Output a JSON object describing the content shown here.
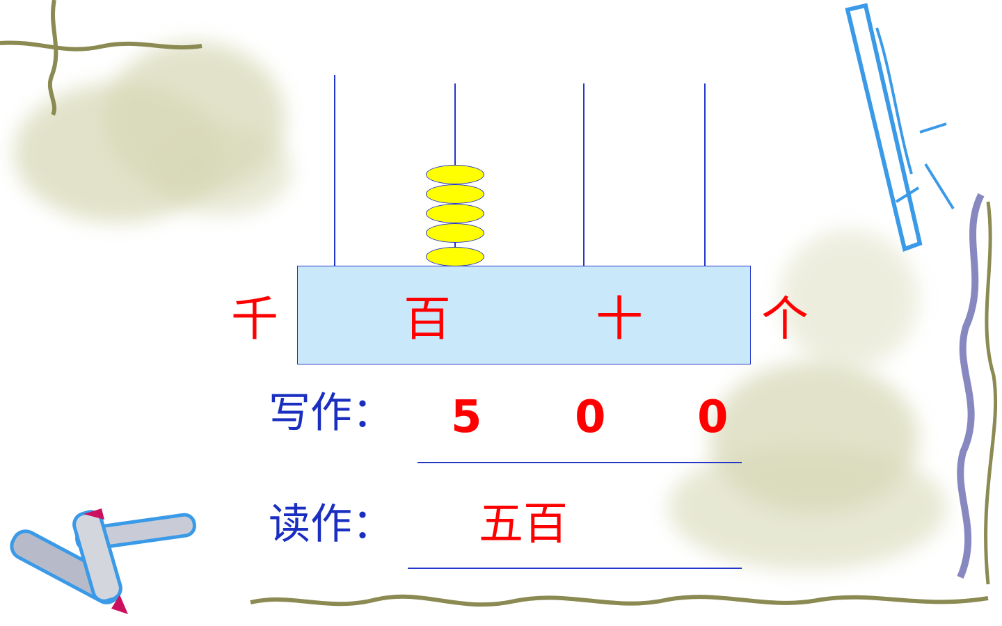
{
  "abacus": {
    "places": [
      "千",
      "百",
      "十",
      "个"
    ],
    "bead_counts": [
      0,
      5,
      0,
      0
    ],
    "colors": {
      "bead": "#ffff00",
      "base": "#c9e9fb",
      "rod": "#2336c8",
      "place_text": "#ff0000"
    }
  },
  "write": {
    "label": "写作：",
    "digits": [
      "5",
      "0",
      "0"
    ]
  },
  "read": {
    "label": "读作：",
    "value": "五百"
  },
  "decorations": [
    "vine-border",
    "chalk-sticks-icon",
    "chalk-stick-icon",
    "faded-flower-background"
  ]
}
